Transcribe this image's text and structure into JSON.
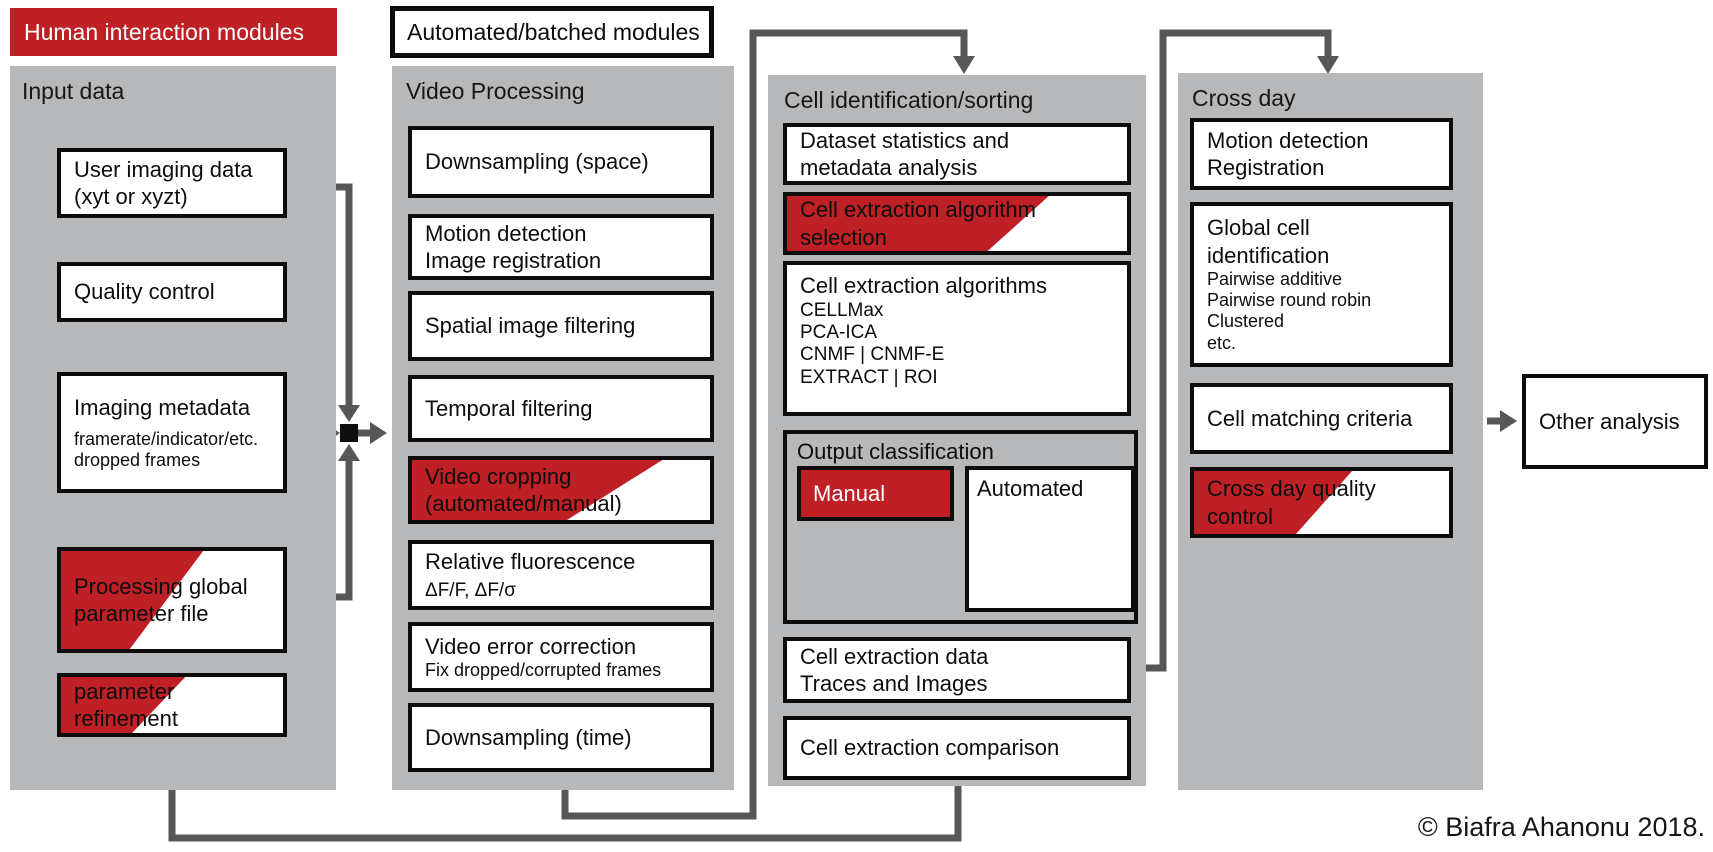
{
  "colors": {
    "red": "#be2026",
    "panel": "#b7b8ba",
    "line": "#57575a",
    "ink": "#0d0d0d",
    "box_bg": "#ffffff"
  },
  "legend": {
    "human": "Human interaction modules",
    "automated": "Automated/batched modules"
  },
  "columns": {
    "input": {
      "label": "Input data",
      "user_imaging": {
        "line1": "User imaging data",
        "line2": "(xyt or xyzt)"
      },
      "quality_control": "Quality control",
      "imaging_metadata": {
        "title": "Imaging metadata",
        "sub1": "framerate/indicator/etc.",
        "sub2": "dropped frames"
      },
      "processing_global": {
        "line1": "Processing global",
        "line2": "parameter file"
      },
      "parameter_refinement": {
        "line1": "parameter",
        "line2": "refinement"
      }
    },
    "video": {
      "label": "Video Processing",
      "downsampling_space": "Downsampling (space)",
      "motion_detection": {
        "line1": "Motion detection",
        "line2": "Image registration"
      },
      "spatial_filtering": "Spatial image filtering",
      "temporal_filtering": "Temporal filtering",
      "video_cropping": {
        "line1": "Video cropping",
        "line2": "(automated/manual)"
      },
      "relative_fluorescence": {
        "line1": "Relative fluorescence",
        "line2": "ΔF/F, ΔF/σ"
      },
      "error_correction": {
        "line1": "Video error correction",
        "line2": "Fix dropped/corrupted frames"
      },
      "downsampling_time": "Downsampling (time)"
    },
    "cell_id": {
      "label": "Cell identification/sorting",
      "dataset_stats": {
        "line1": "Dataset statistics and",
        "line2": "metadata analysis"
      },
      "algorithm_selection": {
        "line1": "Cell extraction algorithm",
        "line2": "selection"
      },
      "algorithms": {
        "title": "Cell extraction algorithms",
        "items": [
          "CELLMax",
          "PCA-ICA",
          "CNMF | CNMF-E",
          "EXTRACT | ROI"
        ]
      },
      "output_classification": {
        "label": "Output classification",
        "manual": "Manual",
        "automated": "Automated"
      },
      "extraction_data": {
        "line1": "Cell extraction data",
        "line2": "Traces and Images"
      },
      "comparison": "Cell extraction comparison"
    },
    "cross_day": {
      "label": "Cross day",
      "motion_registration": {
        "line1": "Motion detection",
        "line2": "Registration"
      },
      "global_id": {
        "line1": "Global cell",
        "line2": "identification",
        "subs": [
          "Pairwise additive",
          "Pairwise round robin",
          "Clustered",
          "etc."
        ]
      },
      "matching_criteria": "Cell matching criteria",
      "quality_control": {
        "line1": "Cross day quality",
        "line2": "control"
      }
    }
  },
  "other_analysis": "Other analysis",
  "copyright": "© Biafra Ahanonu 2018."
}
